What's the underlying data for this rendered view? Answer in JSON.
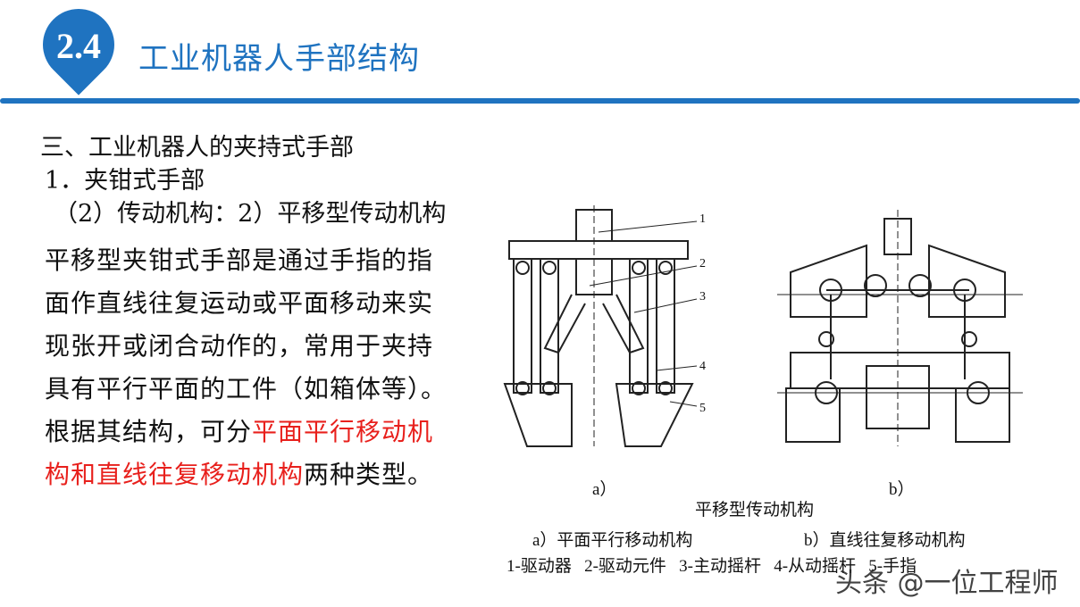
{
  "header": {
    "badge": "2.4",
    "title": "工业机器人手部结构"
  },
  "heading1": "三、工业机器人的夹持式手部",
  "heading2": "1．夹钳式手部",
  "heading3": "（2）传动机构：2）平移型传动机构",
  "paragraph": {
    "part1": "平移型夹钳式手部是通过手指的指面作直线往复运动或平面移动来实现张开或闭合动作的，常用于夹持具有平行平面的工件（如箱体等）。根据其结构，可分",
    "highlight": "平面平行移动机构和直线往复移动机构",
    "part2": "两种类型。"
  },
  "figure": {
    "label_a": "a）",
    "label_b": "b）",
    "title": "平移型传动机构",
    "sub_a": "a）平面平行移动机构",
    "sub_b": "b）直线往复移动机构",
    "legend": "1-驱动器   2-驱动元件   3-主动摇杆   4-从动摇杆   5-手指",
    "callouts": [
      "1",
      "2",
      "3",
      "4",
      "5"
    ]
  },
  "watermark": "头条 @一位工程师",
  "colors": {
    "accent": "#1f73c0",
    "highlight": "#e8201c"
  }
}
